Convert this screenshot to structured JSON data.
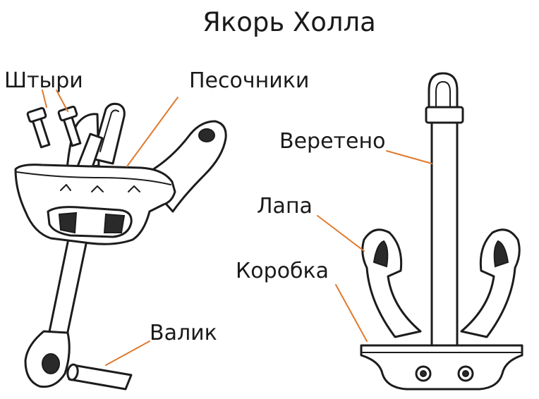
{
  "title": "Якорь Холла",
  "labels": {
    "pins": "Штыри",
    "sand_holes": "Песочники",
    "shank": "Веретено",
    "fluke": "Лапа",
    "crown_box": "Коробка",
    "shaft_pin": "Валик"
  },
  "colors": {
    "leader": "#e07a2e",
    "outline": "#1c1c1c"
  }
}
